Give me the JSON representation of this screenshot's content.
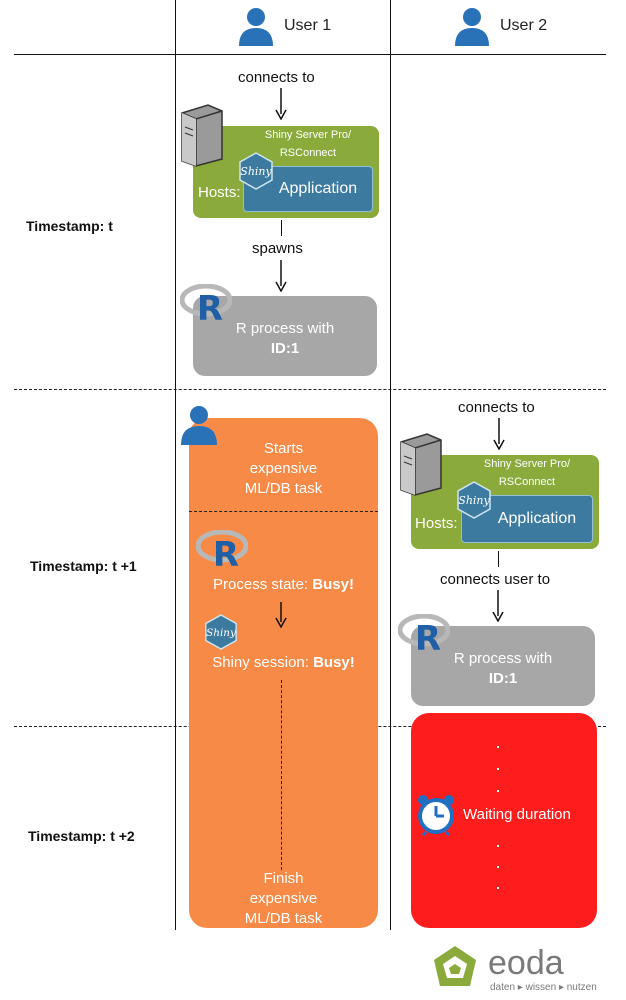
{
  "header": {
    "user1": "User 1",
    "user2": "User 2"
  },
  "timestamps": {
    "t0": "Timestamp: t",
    "t1": "Timestamp: t +1",
    "t2": "Timestamp: t +2"
  },
  "edges": {
    "connects_to": "connects to",
    "spawns": "spawns",
    "connects_user_to": "connects user to"
  },
  "server": {
    "line1": "Shiny Server Pro/",
    "line2": "RSConnect",
    "hosts": "Hosts:",
    "app": "Application",
    "shiny_badge": "Shiny"
  },
  "rprocess": {
    "line1": "R process with",
    "line2": "ID:1"
  },
  "user1_task": {
    "start": [
      "Starts",
      "expensive",
      "ML/DB task"
    ],
    "process_prefix": "Process state: ",
    "process_state": "Busy!",
    "session_prefix": "Shiny session: ",
    "session_state": "Busy!",
    "finish": [
      "Finish",
      "expensive",
      "ML/DB task"
    ]
  },
  "user2_wait": {
    "label": "Waiting duration"
  },
  "logo": {
    "name": "eoda",
    "tagline": "daten ▸ wissen ▸ nutzen"
  },
  "colors": {
    "green": "#8aab3c",
    "blue": "#3c7aa0",
    "grey": "#a7a7a7",
    "orange": "#f78a47",
    "red": "#fe1d1d",
    "user_blue": "#2a72b8",
    "r_blue": "#1f5fa6"
  }
}
